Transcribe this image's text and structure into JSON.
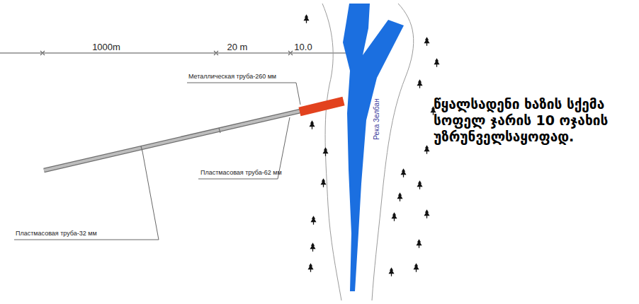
{
  "diagram": {
    "caption": "წყალსადენი ხაზის სქემა სოფელ ჯარის 10 ოჯახის უზრუნველსაყოფად.",
    "labels": [
      "1000m",
      "20 m",
      "10.0",
      "Металлическая труба-260 мм",
      "Пластмасовая труба-62 мм",
      "Пластмасовая труба-32 мм",
      "Река Зелбан"
    ]
  }
}
